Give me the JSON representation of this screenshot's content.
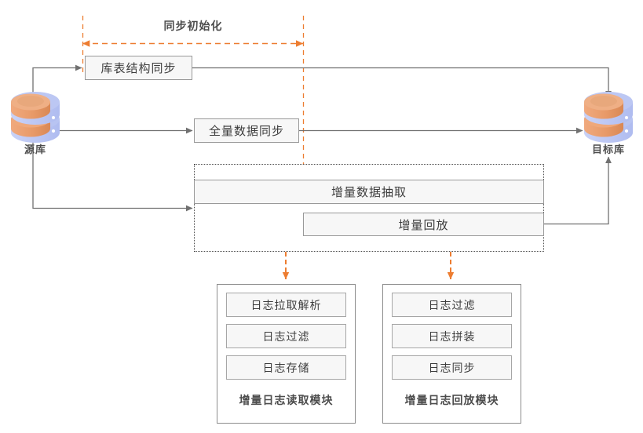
{
  "diagram": {
    "title_label": "同步初始化",
    "source_db": {
      "label": "源库",
      "icon": "database-icon"
    },
    "target_db": {
      "label": "目标库",
      "icon": "database-icon"
    },
    "stages": [
      {
        "id": "schema-sync",
        "label": "库表结构同步"
      },
      {
        "id": "full-data-sync",
        "label": "全量数据同步"
      },
      {
        "id": "incremental-extract",
        "label": "增量数据抽取"
      },
      {
        "id": "incremental-replay",
        "label": "增量回放"
      }
    ],
    "modules": [
      {
        "id": "log-read-module",
        "caption": "增量日志读取模块",
        "items": [
          {
            "label": "日志拉取解析"
          },
          {
            "label": "日志过滤"
          },
          {
            "label": "日志存储"
          }
        ]
      },
      {
        "id": "log-replay-module",
        "caption": "增量日志回放模块",
        "items": [
          {
            "label": "日志过滤"
          },
          {
            "label": "日志拼装"
          },
          {
            "label": "日志同步"
          }
        ]
      }
    ],
    "colors": {
      "accent_orange": "#ED7D31",
      "line_gray": "#707070",
      "box_fill": "#f7f7f7",
      "box_border": "#999999",
      "text": "#3d3d3d",
      "db_top": "#E8A87C",
      "db_body": "#C3CCF5"
    }
  }
}
